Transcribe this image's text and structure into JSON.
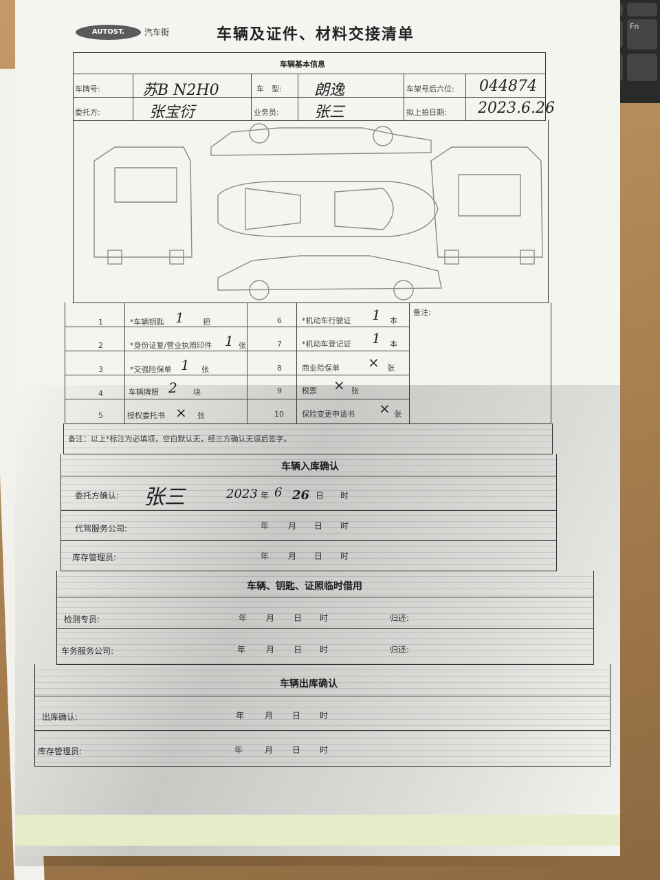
{
  "header": {
    "logo_text": "AUTOST.",
    "logo_cn": "汽车街",
    "title": "车辆及证件、材料交接清单"
  },
  "basic_info": {
    "section_title": "车辆基本信息",
    "plate_label": "车牌号:",
    "plate_value": "苏B N2H0",
    "model_label": "车　型:",
    "model_value": "朗逸",
    "vin_label": "车架号后六位:",
    "vin_value": "044874",
    "client_label": "委托方:",
    "client_value": "张宝衍",
    "salesman_label": "业务员:",
    "salesman_value": "张三",
    "auction_label": "拟上拍日期:",
    "auction_value": "2023.6.26"
  },
  "checklist": {
    "remarks_label": "备注:",
    "items": [
      {
        "num": "1",
        "label": "*车辆钥匙",
        "value": "1",
        "unit": "把"
      },
      {
        "num": "2",
        "label": "*身份证复/营业执照印件",
        "value": "1",
        "unit": "张"
      },
      {
        "num": "3",
        "label": "*交强险保单",
        "value": "1",
        "unit": "张"
      },
      {
        "num": "4",
        "label": "车辆牌照",
        "value": "2",
        "unit": "块"
      },
      {
        "num": "5",
        "label": "授权委托书",
        "value": "×",
        "unit": "张"
      },
      {
        "num": "6",
        "label": "*机动车行驶证",
        "value": "1",
        "unit": "本"
      },
      {
        "num": "7",
        "label": "*机动车登记证",
        "value": "1",
        "unit": "本"
      },
      {
        "num": "8",
        "label": "商业险保单",
        "value": "×",
        "unit": "张"
      },
      {
        "num": "9",
        "label": "税票",
        "value": "×",
        "unit": "张"
      },
      {
        "num": "10",
        "label": "保险变更申请书",
        "value": "×",
        "unit": "张"
      }
    ],
    "note": "备注：以上*标注为必填项，空白默认无，经三方确认无误后签字。"
  },
  "entry": {
    "title": "车辆入库确认",
    "rows": [
      {
        "label": "委托方确认:",
        "sig": "张三",
        "date_hw": "2023",
        "month_hw": "6",
        "day_hw": "26"
      },
      {
        "label": "代驾服务公司:"
      },
      {
        "label": "库存管理员:"
      }
    ]
  },
  "loan": {
    "title": "车辆、钥匙、证照临时借用",
    "rows": [
      {
        "label": "检测专员:",
        "return_label": "归还:"
      },
      {
        "label": "车务服务公司:",
        "return_label": "归还:"
      }
    ]
  },
  "exit": {
    "title": "车辆出库确认",
    "rows": [
      {
        "label": "出库确认:"
      },
      {
        "label": "库存管理员:"
      }
    ]
  },
  "date_words": {
    "year": "年",
    "month": "月",
    "day": "日",
    "hour": "时"
  },
  "keyboard": {
    "fn": "Fn"
  }
}
